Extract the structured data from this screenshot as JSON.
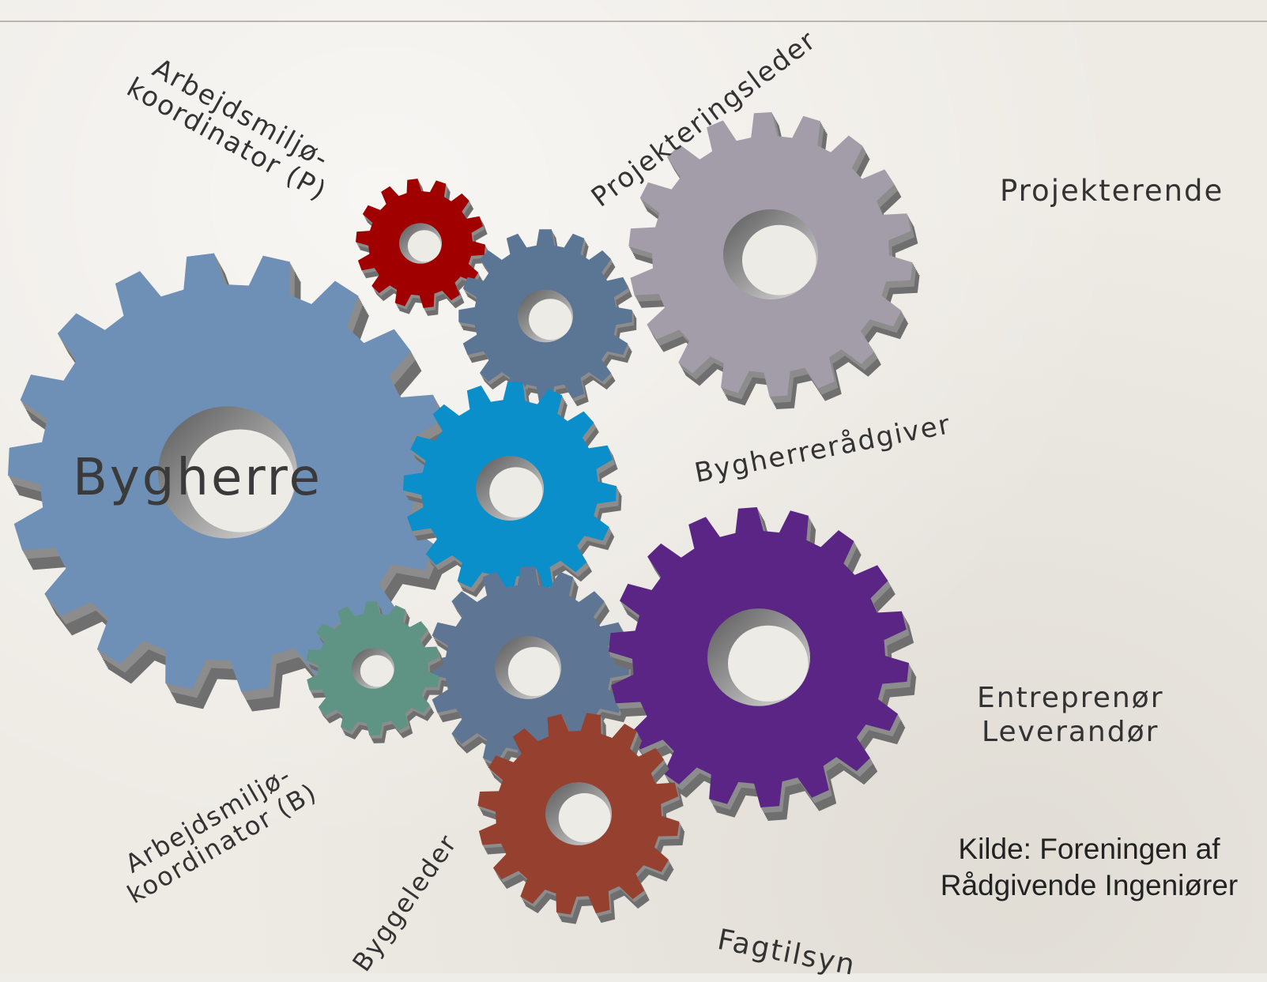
{
  "labels": {
    "bygherre": "Bygherre",
    "amk_p_line1": "Arbejdsmiljø-",
    "amk_p_line2": "koordinator (P)",
    "projekteringsleder": "Projekteringsleder",
    "projekterende": "Projekterende",
    "bygherreraadgiver": "Bygherrerådgiver",
    "entreprenoer_line1": "Entreprenør",
    "entreprenoer_line2": "Leverandør",
    "amk_b_line1": "Arbejdsmiljø-",
    "amk_b_line2": "koordinator (B)",
    "byggeleder": "Byggeleder",
    "fagtilsyn": "Fagtilsyn"
  },
  "source": {
    "line1": "Kilde: Foreningen af",
    "line2": "Rådgivende Ingeniører"
  },
  "gears": [
    {
      "name": "bygherre-gear",
      "color": "#6e8fb6",
      "teeth": 18
    },
    {
      "name": "amk-p-gear",
      "color": "#a10000",
      "teeth": 14
    },
    {
      "name": "projekteringsleder-gear",
      "color": "#5b7595",
      "teeth": 16
    },
    {
      "name": "projekterende-gear",
      "color": "#a29da8",
      "teeth": 18
    },
    {
      "name": "bygherreraadgiver-gear",
      "color": "#0a8fca",
      "teeth": 16
    },
    {
      "name": "amk-b-gear",
      "color": "#5f9484",
      "teeth": 14
    },
    {
      "name": "byggeleder-gear",
      "color": "#5e7593",
      "teeth": 16
    },
    {
      "name": "entreprenoer-gear",
      "color": "#5a2585",
      "teeth": 18
    },
    {
      "name": "fagtilsyn-gear",
      "color": "#96412f",
      "teeth": 16
    }
  ]
}
